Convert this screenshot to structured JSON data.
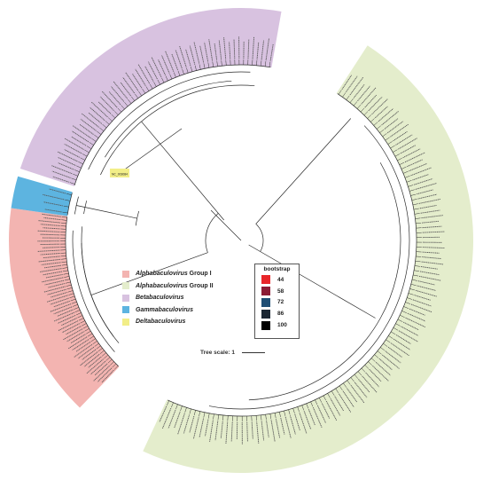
{
  "legend": [
    {
      "italic": "Alphabaculovirus",
      "plain": " Group I",
      "color": "#f3b4b1"
    },
    {
      "italic": "Alphabaculovirus",
      "plain": " Group II",
      "color": "#e4edcc"
    },
    {
      "italic": "Betabaculovirus",
      "plain": "",
      "color": "#d8c2e0"
    },
    {
      "italic": "Gammabaculovirus",
      "plain": "",
      "color": "#5db4e0"
    },
    {
      "italic": "Deltabaculovirus",
      "plain": "",
      "color": "#f2ee88"
    }
  ],
  "bootstrap": {
    "title": "bootstrap",
    "items": [
      {
        "label": "44",
        "color": "#e8262a"
      },
      {
        "label": "58",
        "color": "#8c1c35"
      },
      {
        "label": "72",
        "color": "#1f4e74"
      },
      {
        "label": "86",
        "color": "#1b2733"
      },
      {
        "label": "100",
        "color": "#000000"
      }
    ]
  },
  "scale": {
    "label": "Tree scale: 1"
  },
  "tree": {
    "center_label": "NC_003084",
    "clades": [
      {
        "group": "Alphabaculovirus Group I",
        "color": "#f3b4b1",
        "leaves": 56
      },
      {
        "group": "Alphabaculovirus Group II",
        "color": "#e4edcc",
        "leaves": 112
      },
      {
        "group": "Betabaculovirus",
        "color": "#d8c2e0",
        "leaves": 58
      },
      {
        "group": "Gammabaculovirus",
        "color": "#5db4e0",
        "leaves": 4
      },
      {
        "group": "Deltabaculovirus",
        "color": "#f2ee88",
        "leaves": 1
      }
    ]
  }
}
